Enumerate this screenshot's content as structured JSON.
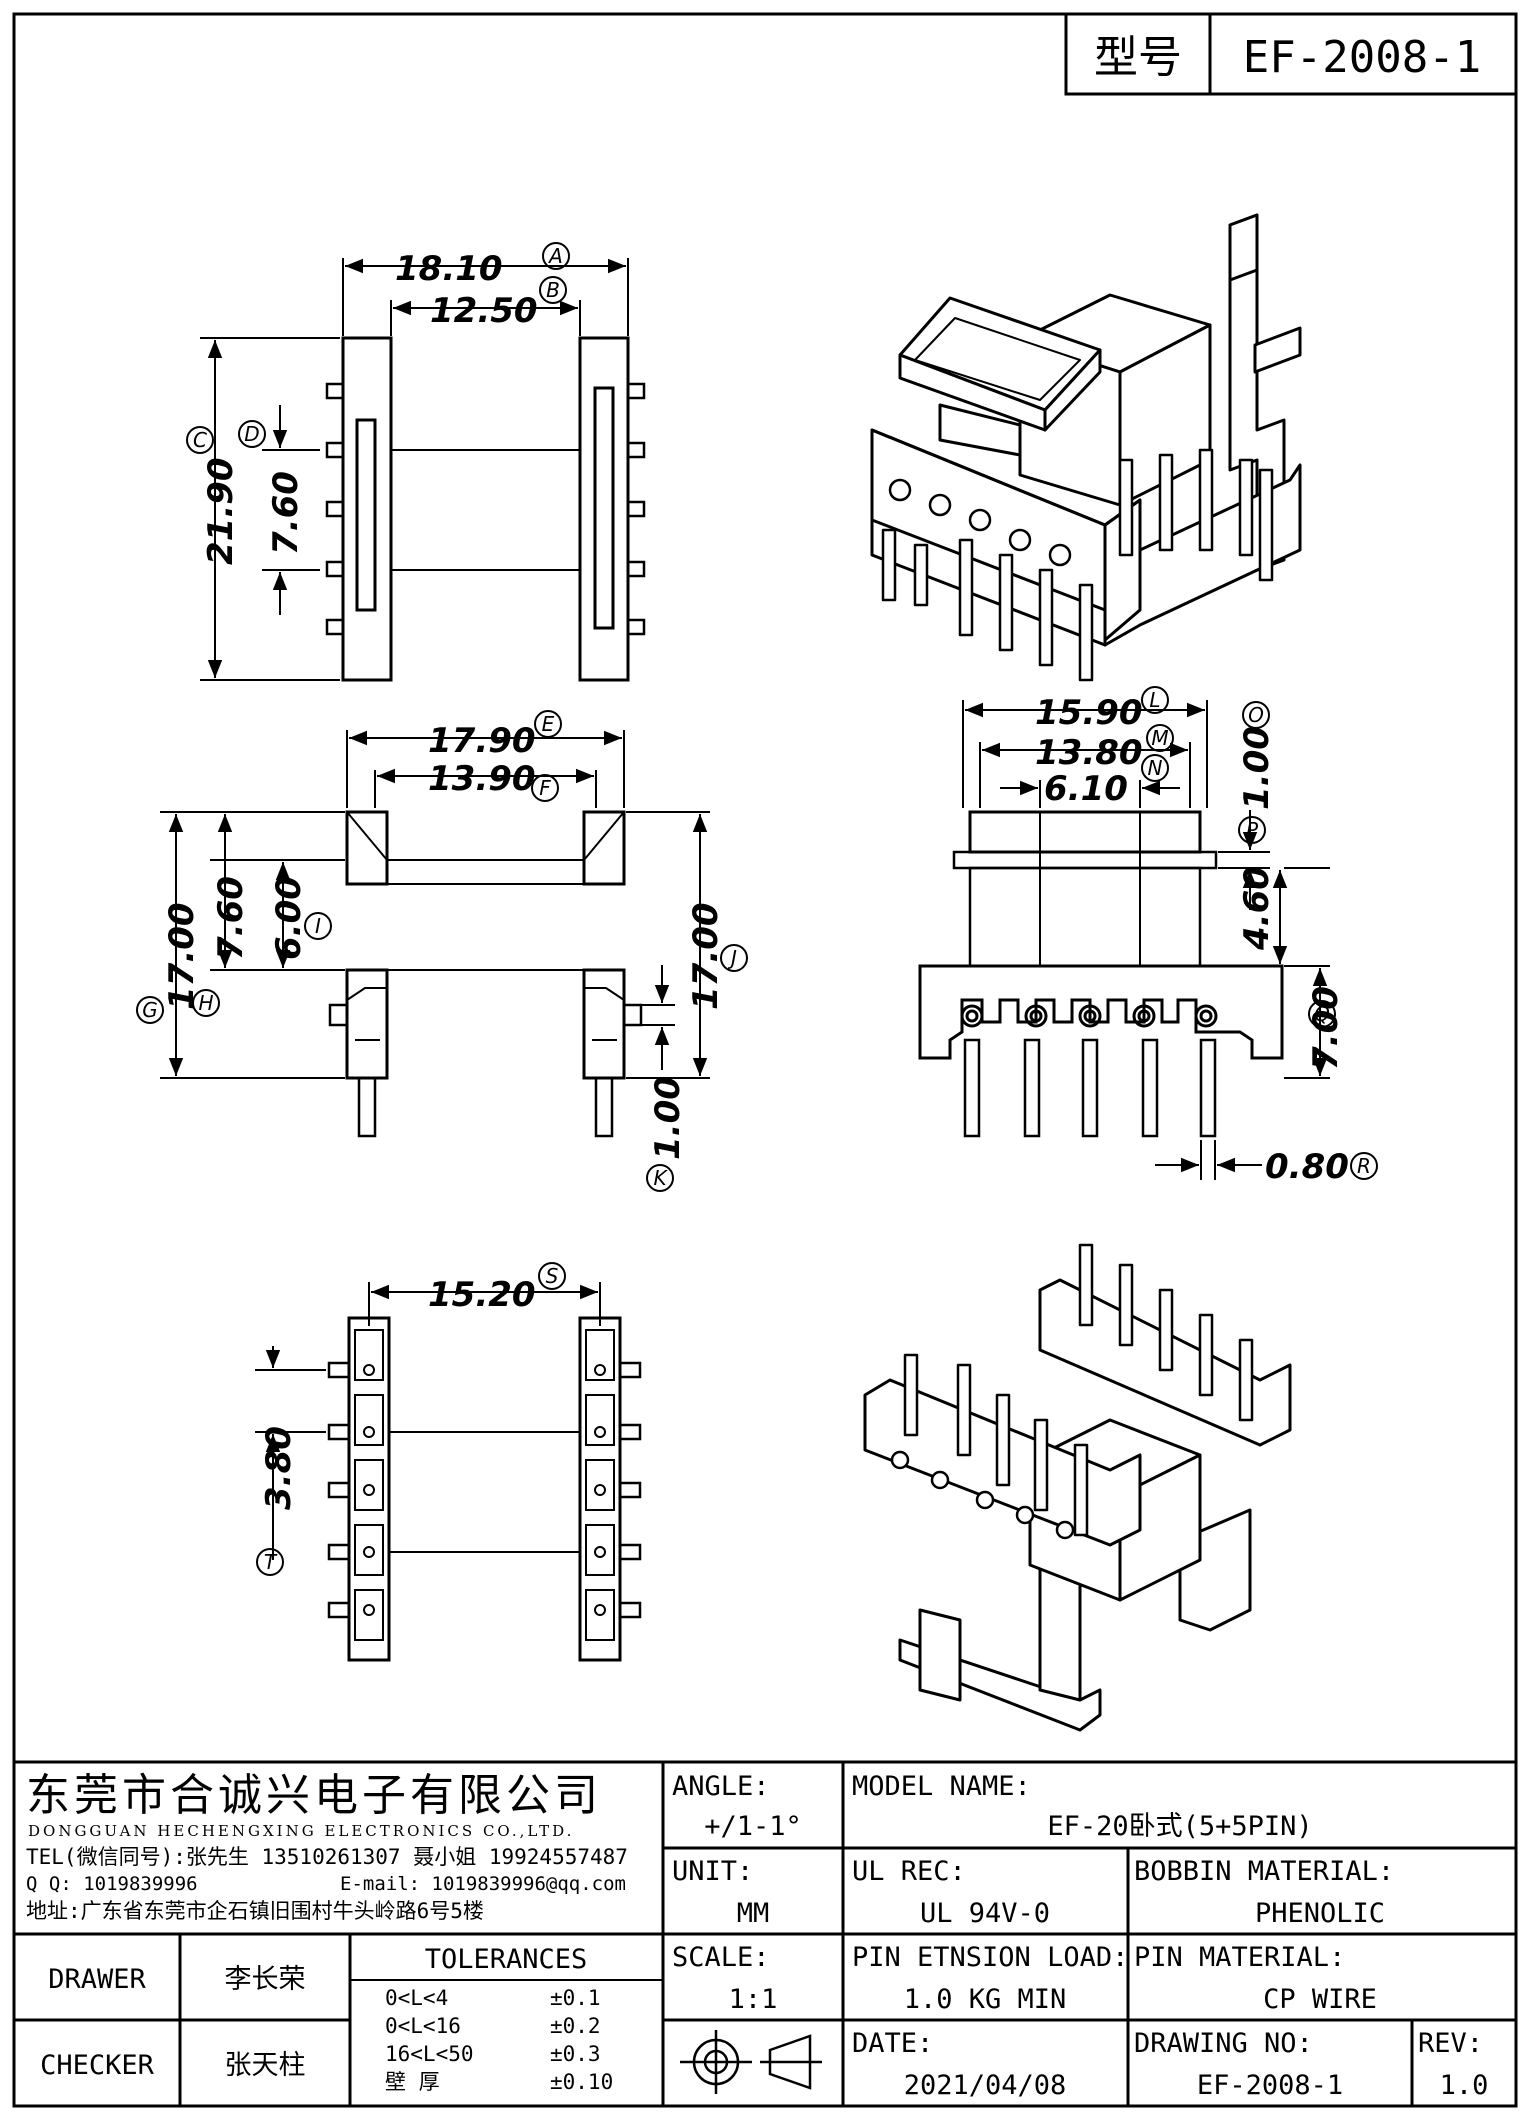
{
  "header": {
    "model_label": "型号",
    "model_value": "EF-2008-1"
  },
  "dimensions": {
    "a": {
      "value": "18.10",
      "tag": "A"
    },
    "b": {
      "value": "12.50",
      "tag": "B"
    },
    "c": {
      "value": "21.90",
      "tag": "C"
    },
    "d": {
      "value": "7.60",
      "tag": "D"
    },
    "e": {
      "value": "17.90",
      "tag": "E"
    },
    "f": {
      "value": "13.90",
      "tag": "F"
    },
    "g": {
      "value": "17.00",
      "tag": "G"
    },
    "h": {
      "value": "7.60",
      "tag": "H"
    },
    "i": {
      "value": "6.00",
      "tag": "I"
    },
    "j": {
      "value": "17.00",
      "tag": "J"
    },
    "k": {
      "value": "1.00",
      "tag": "K"
    },
    "l": {
      "value": "15.90",
      "tag": "L"
    },
    "m": {
      "value": "13.80",
      "tag": "M"
    },
    "n": {
      "value": "6.10",
      "tag": "N"
    },
    "o": {
      "value": "1.00",
      "tag": "O"
    },
    "p": {
      "value": "4.60",
      "tag": "P"
    },
    "q": {
      "value": "7.00",
      "tag": "Q"
    },
    "r": {
      "value": "0.80",
      "tag": "R"
    },
    "s": {
      "value": "15.20",
      "tag": "S"
    },
    "t": {
      "value": "3.80",
      "tag": "T"
    }
  },
  "title_block": {
    "company_cn": "东莞市合诚兴电子有限公司",
    "company_en": "DONGGUAN HECHENGXING ELECTRONICS CO.,LTD.",
    "tel": "TEL(微信同号):张先生 13510261307 聂小姐 19924557487",
    "qq": "Q Q: 1019839996",
    "email": "E-mail: 1019839996@qq.com",
    "address": "地址:广东省东莞市企石镇旧围村牛头岭路6号5楼",
    "angle_label": "ANGLE:",
    "angle_value": "+/1-1°",
    "unit_label": "UNIT:",
    "unit_value": "MM",
    "scale_label": "SCALE:",
    "scale_value": "1:1",
    "model_name_label": "MODEL NAME:",
    "model_name_value": "EF-20卧式(5+5PIN)",
    "ul_label": "UL REC:",
    "ul_value": "UL 94V-0",
    "bobbin_label": "BOBBIN MATERIAL:",
    "bobbin_value": "PHENOLIC",
    "pin_load_label": "PIN ETNSION LOAD:",
    "pin_load_value": "1.0 KG MIN",
    "pin_mat_label": "PIN MATERIAL:",
    "pin_mat_value": "CP WIRE",
    "date_label": "DATE:",
    "date_value": "2021/04/08",
    "drawing_no_label": "DRAWING NO:",
    "drawing_no_value": "EF-2008-1",
    "rev_label": "REV:",
    "rev_value": "1.0",
    "drawer_label": "DRAWER",
    "drawer_value": "李长荣",
    "checker_label": "CHECKER",
    "checker_value": "张天柱",
    "tolerances_label": "TOLERANCES",
    "tolerances": [
      {
        "range": "0<L<4",
        "tol": "±0.1"
      },
      {
        "range": "0<L<16",
        "tol": "±0.2"
      },
      {
        "range": "16<L<50",
        "tol": "±0.3"
      },
      {
        "range": "壁   厚",
        "tol": "±0.10"
      }
    ]
  }
}
